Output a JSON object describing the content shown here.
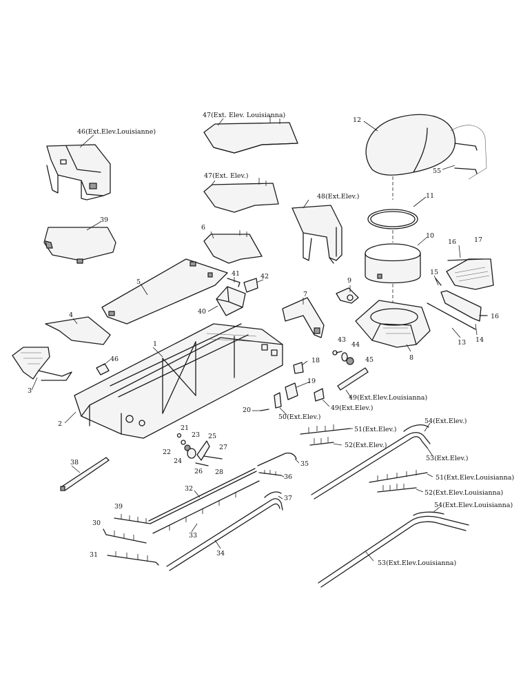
{
  "callouts": [
    "46(Ext.Elev.Louisianne)",
    "47(Ext. Elev. Louisianna)",
    "12",
    "55",
    "47(Ext. Elev.)",
    "39",
    "6",
    "48(Ext.Elev.)",
    "11",
    "10",
    "16",
    "17",
    "5",
    "41",
    "42",
    "40",
    "9",
    "15",
    "7",
    "4",
    "1",
    "46",
    "3",
    "2",
    "43",
    "44",
    "45",
    "8",
    "16",
    "13",
    "14",
    "18",
    "19",
    "49(Ext.Elev.Louisianna)",
    "49(Ext.Elev.)",
    "20",
    "50(Ext.Elev.)",
    "54(Ext.Elev.)",
    "51(Ext.Elev.)",
    "52(Ext.Elev.)",
    "53(Ext.Elev.)",
    "21",
    "23",
    "25",
    "22",
    "24",
    "27",
    "26",
    "28",
    "35",
    "38",
    "36",
    "51(Ext.Elev.Louisianna)",
    "52(Ext.Elev.Louisianna)",
    "32",
    "37",
    "54(Ext.Elev.Louisianna)",
    "39",
    "30",
    "33",
    "34",
    "31",
    "53(Ext.Elev.Louisianna)"
  ]
}
